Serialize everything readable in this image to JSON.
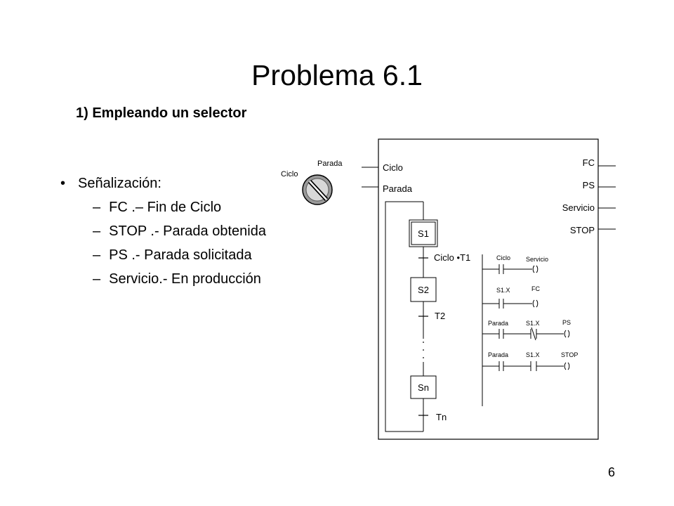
{
  "slide": {
    "title": "Problema 6.1",
    "subtitle": "1) Empleando un selector",
    "page_number": "6"
  },
  "bullets": {
    "main": "Señalización:",
    "marker": "•",
    "dash": "–",
    "items": [
      "FC .– Fin de Ciclo",
      "STOP .- Parada obtenida",
      "PS .- Parada solicitada",
      "Servicio.- En producción"
    ]
  },
  "selector": {
    "left_label": "Ciclo",
    "right_label": "Parada"
  },
  "block": {
    "inputs": [
      "Ciclo",
      "Parada"
    ],
    "outputs": [
      "FC",
      "PS",
      "Servicio",
      "STOP"
    ]
  },
  "grafcet": {
    "steps": [
      "S1",
      "S2",
      "Sn"
    ],
    "transitions": [
      "Ciclo •T1",
      "T2",
      "Tn"
    ]
  },
  "ladder": {
    "rungs": [
      {
        "contacts": [
          "Ciclo"
        ],
        "coil": "Servicio"
      },
      {
        "contacts": [
          "S1.X"
        ],
        "coil": "FC"
      },
      {
        "contacts": [
          "Parada",
          "S1.X"
        ],
        "coil": "PS"
      },
      {
        "contacts": [
          "Parada",
          "S1.X"
        ],
        "coil": "STOP"
      }
    ]
  }
}
